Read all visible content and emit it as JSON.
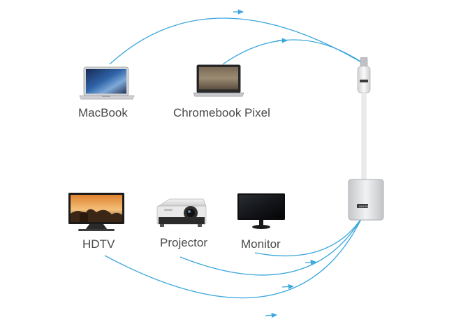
{
  "colors": {
    "arrow": "#3aa7dd",
    "cable": "#e7e7e7",
    "adapter_body": "#dcdde0",
    "label_text": "#4a4a4a"
  },
  "devices": {
    "macbook": {
      "label": "MacBook",
      "icon": "laptop-icon"
    },
    "chromebook": {
      "label": "Chromebook Pixel",
      "icon": "laptop-icon"
    },
    "hdtv": {
      "label": "HDTV",
      "icon": "tv-icon"
    },
    "projector": {
      "label": "Projector",
      "icon": "projector-icon"
    },
    "monitor": {
      "label": "Monitor",
      "icon": "monitor-icon"
    }
  },
  "adapter": {
    "brand": "UNITEK",
    "icon": "usb-c-to-vga-adapter-icon"
  }
}
